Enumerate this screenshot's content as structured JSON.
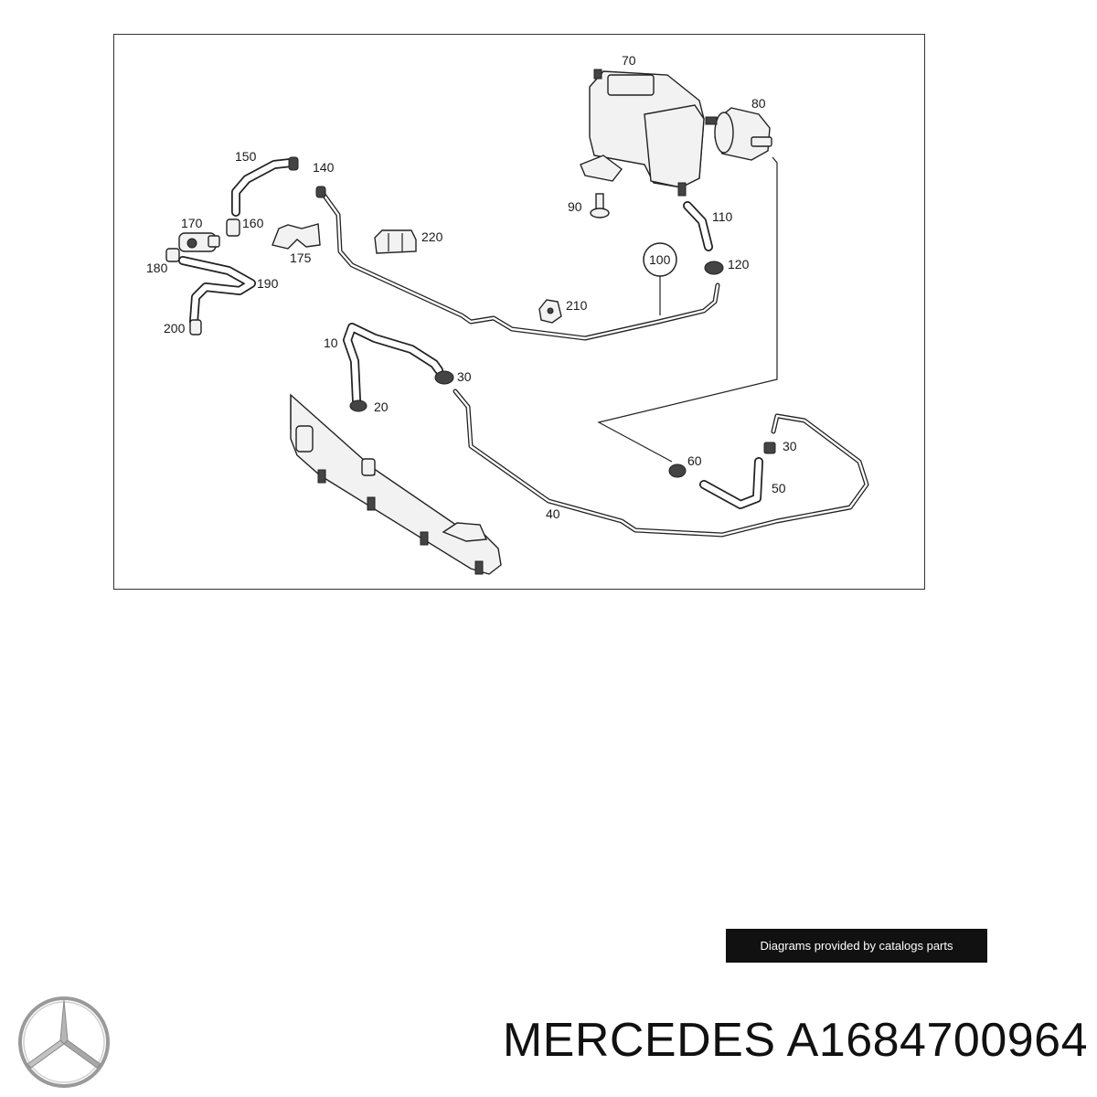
{
  "labels": {
    "l70": "70",
    "l80": "80",
    "l150": "150",
    "l140": "140",
    "l90": "90",
    "l110": "110",
    "l170": "170",
    "l160": "160",
    "l220": "220",
    "l175": "175",
    "l100": "100",
    "l120": "120",
    "l180": "180",
    "l190": "190",
    "l210": "210",
    "l200": "200",
    "l10": "10",
    "l30a": "30",
    "l20": "20",
    "l30b": "30",
    "l60": "60",
    "l50": "50",
    "l40": "40"
  },
  "credit": "Diagrams provided by catalogs parts",
  "title": "MERCEDES A1684700964",
  "logo": "mercedes-star-logo"
}
